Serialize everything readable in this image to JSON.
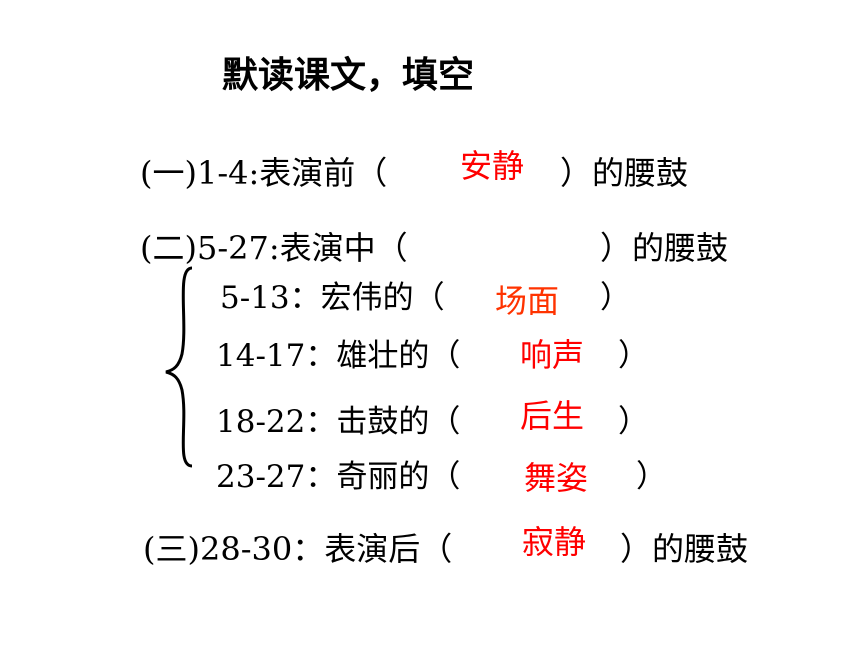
{
  "title": "默读课文，填空",
  "sections": [
    {
      "prefix": "(一)1-4:表演前（",
      "answer": "安静",
      "suffix": "）的腰鼓"
    },
    {
      "prefix": "(二)5-27:表演中（",
      "answer": "",
      "suffix": "）的腰鼓"
    },
    {
      "prefix": "(三)28-30：表演后（",
      "answer": "寂静",
      "suffix": "）的腰鼓"
    }
  ],
  "subitems": [
    {
      "prefix": "5-13：宏伟的（",
      "answer": "场面",
      "suffix": "）"
    },
    {
      "prefix": "14-17：雄壮的（",
      "answer": "响声",
      "suffix": "）"
    },
    {
      "prefix": "18-22：击鼓的（",
      "answer": "后生",
      "suffix": "）"
    },
    {
      "prefix": "23-27：奇丽的（",
      "answer": "舞姿",
      "suffix": "）"
    }
  ],
  "colors": {
    "answer": "#ff0000",
    "answer_alt": "#ff3300",
    "text": "#000000"
  }
}
